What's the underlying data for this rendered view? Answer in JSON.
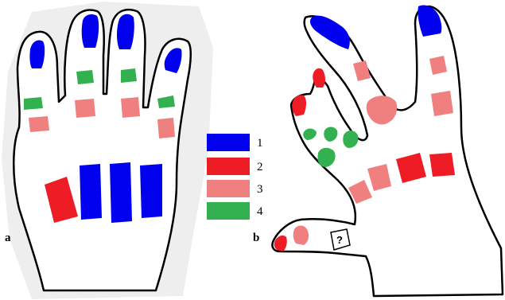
{
  "figure": {
    "panels": [
      {
        "id": "a",
        "label": "a"
      },
      {
        "id": "b",
        "label": "b"
      }
    ],
    "legend": [
      {
        "number": "1",
        "color": "#0000ee"
      },
      {
        "number": "2",
        "color": "#ee1c24"
      },
      {
        "number": "3",
        "color": "#f08080"
      },
      {
        "number": "4",
        "color": "#33b050"
      }
    ],
    "unknown_marker": "?",
    "outline_color": "#000000",
    "hand_fill": "#ffffff",
    "halo_color": "#eeeeee"
  }
}
